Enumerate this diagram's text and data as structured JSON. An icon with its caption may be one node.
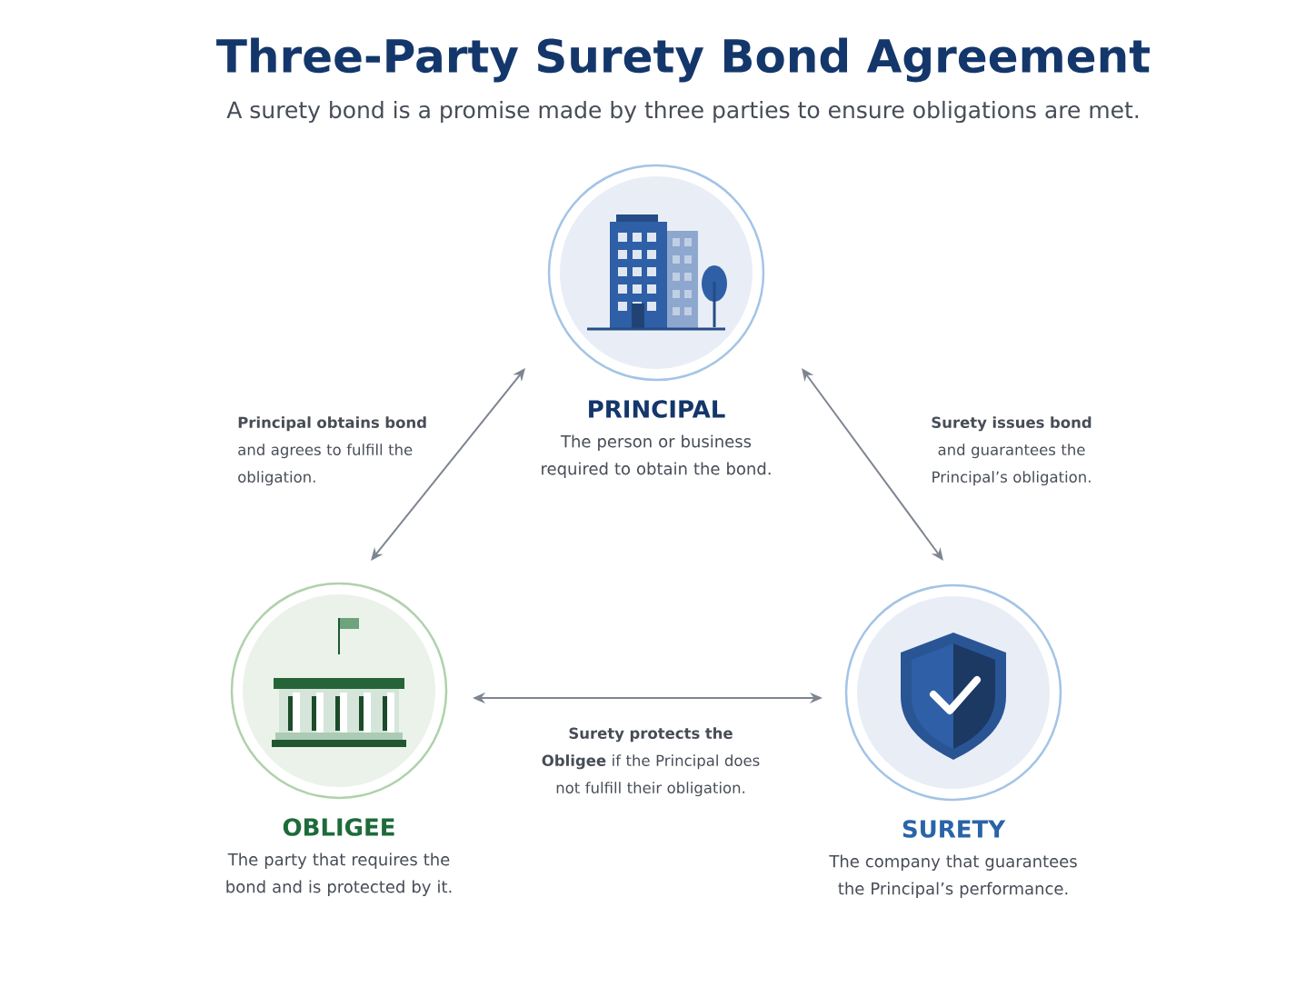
{
  "diagram": {
    "title": "Three-Party Surety Bond Agreement",
    "caption": "A surety bond is a promise made by three parties to ensure obligations are met.",
    "nodes": [
      {
        "text": [
          "PRINCIPAL",
          "The person or business required to obtain the bond."
        ]
      },
      {
        "text": [
          "OBLIGEE",
          "The party that requires the bond and is protected by it."
        ]
      },
      {
        "text": [
          "SURETY",
          "The company that guarantees the Principal’s performance."
        ]
      }
    ],
    "edges": [
      {
        "from": 0,
        "to": 1,
        "arrow": "both",
        "label": "**Principal obtains bond** and agrees to fulfill the obligation."
      },
      {
        "from": 0,
        "to": 2,
        "arrow": "both",
        "label": "**Surety issues bond** and guarantees the Principal’s obligation."
      },
      {
        "from": 1,
        "to": 2,
        "arrow": "both",
        "label": "**Surety protects the Obligee** if the Principal does not fulfill their obligation."
      }
    ]
  }
}
